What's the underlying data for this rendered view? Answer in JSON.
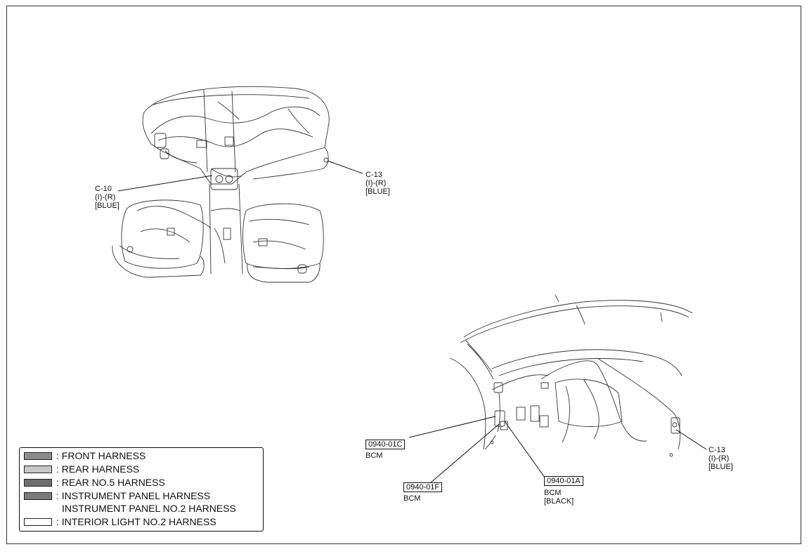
{
  "callouts": {
    "c10_top": {
      "code": "C-10",
      "line2": "(I)-(R)",
      "line3": "[BLUE]"
    },
    "c13_top": {
      "code": "C-13",
      "line2": "(I)-(R)",
      "line3": "[BLUE]"
    },
    "c13_bottom": {
      "code": "C-13",
      "line2": "(I)-(R)",
      "line3": "[BLUE]"
    },
    "bcm_c": {
      "code": "0940-01C",
      "line2": "BCM"
    },
    "bcm_f": {
      "code": "0940-01F",
      "line2": "BCM"
    },
    "bcm_a": {
      "code": "0940-01A",
      "line2": "BCM",
      "line3": "[BLACK]"
    }
  },
  "legend": {
    "items": [
      {
        "label": ": FRONT HARNESS",
        "color": "#8c8c8c"
      },
      {
        "label": ": REAR HARNESS",
        "color": "#c8c8c8"
      },
      {
        "label": ": REAR NO.5 HARNESS",
        "color": "#6e6e6e"
      },
      {
        "label": ": INSTRUMENT PANEL HARNESS",
        "label2": "INSTRUMENT PANEL NO.2 HARNESS",
        "color": "#7a7a7a"
      },
      {
        "label": ": INTERIOR LIGHT NO.2 HARNESS",
        "color": "#ffffff"
      }
    ]
  }
}
